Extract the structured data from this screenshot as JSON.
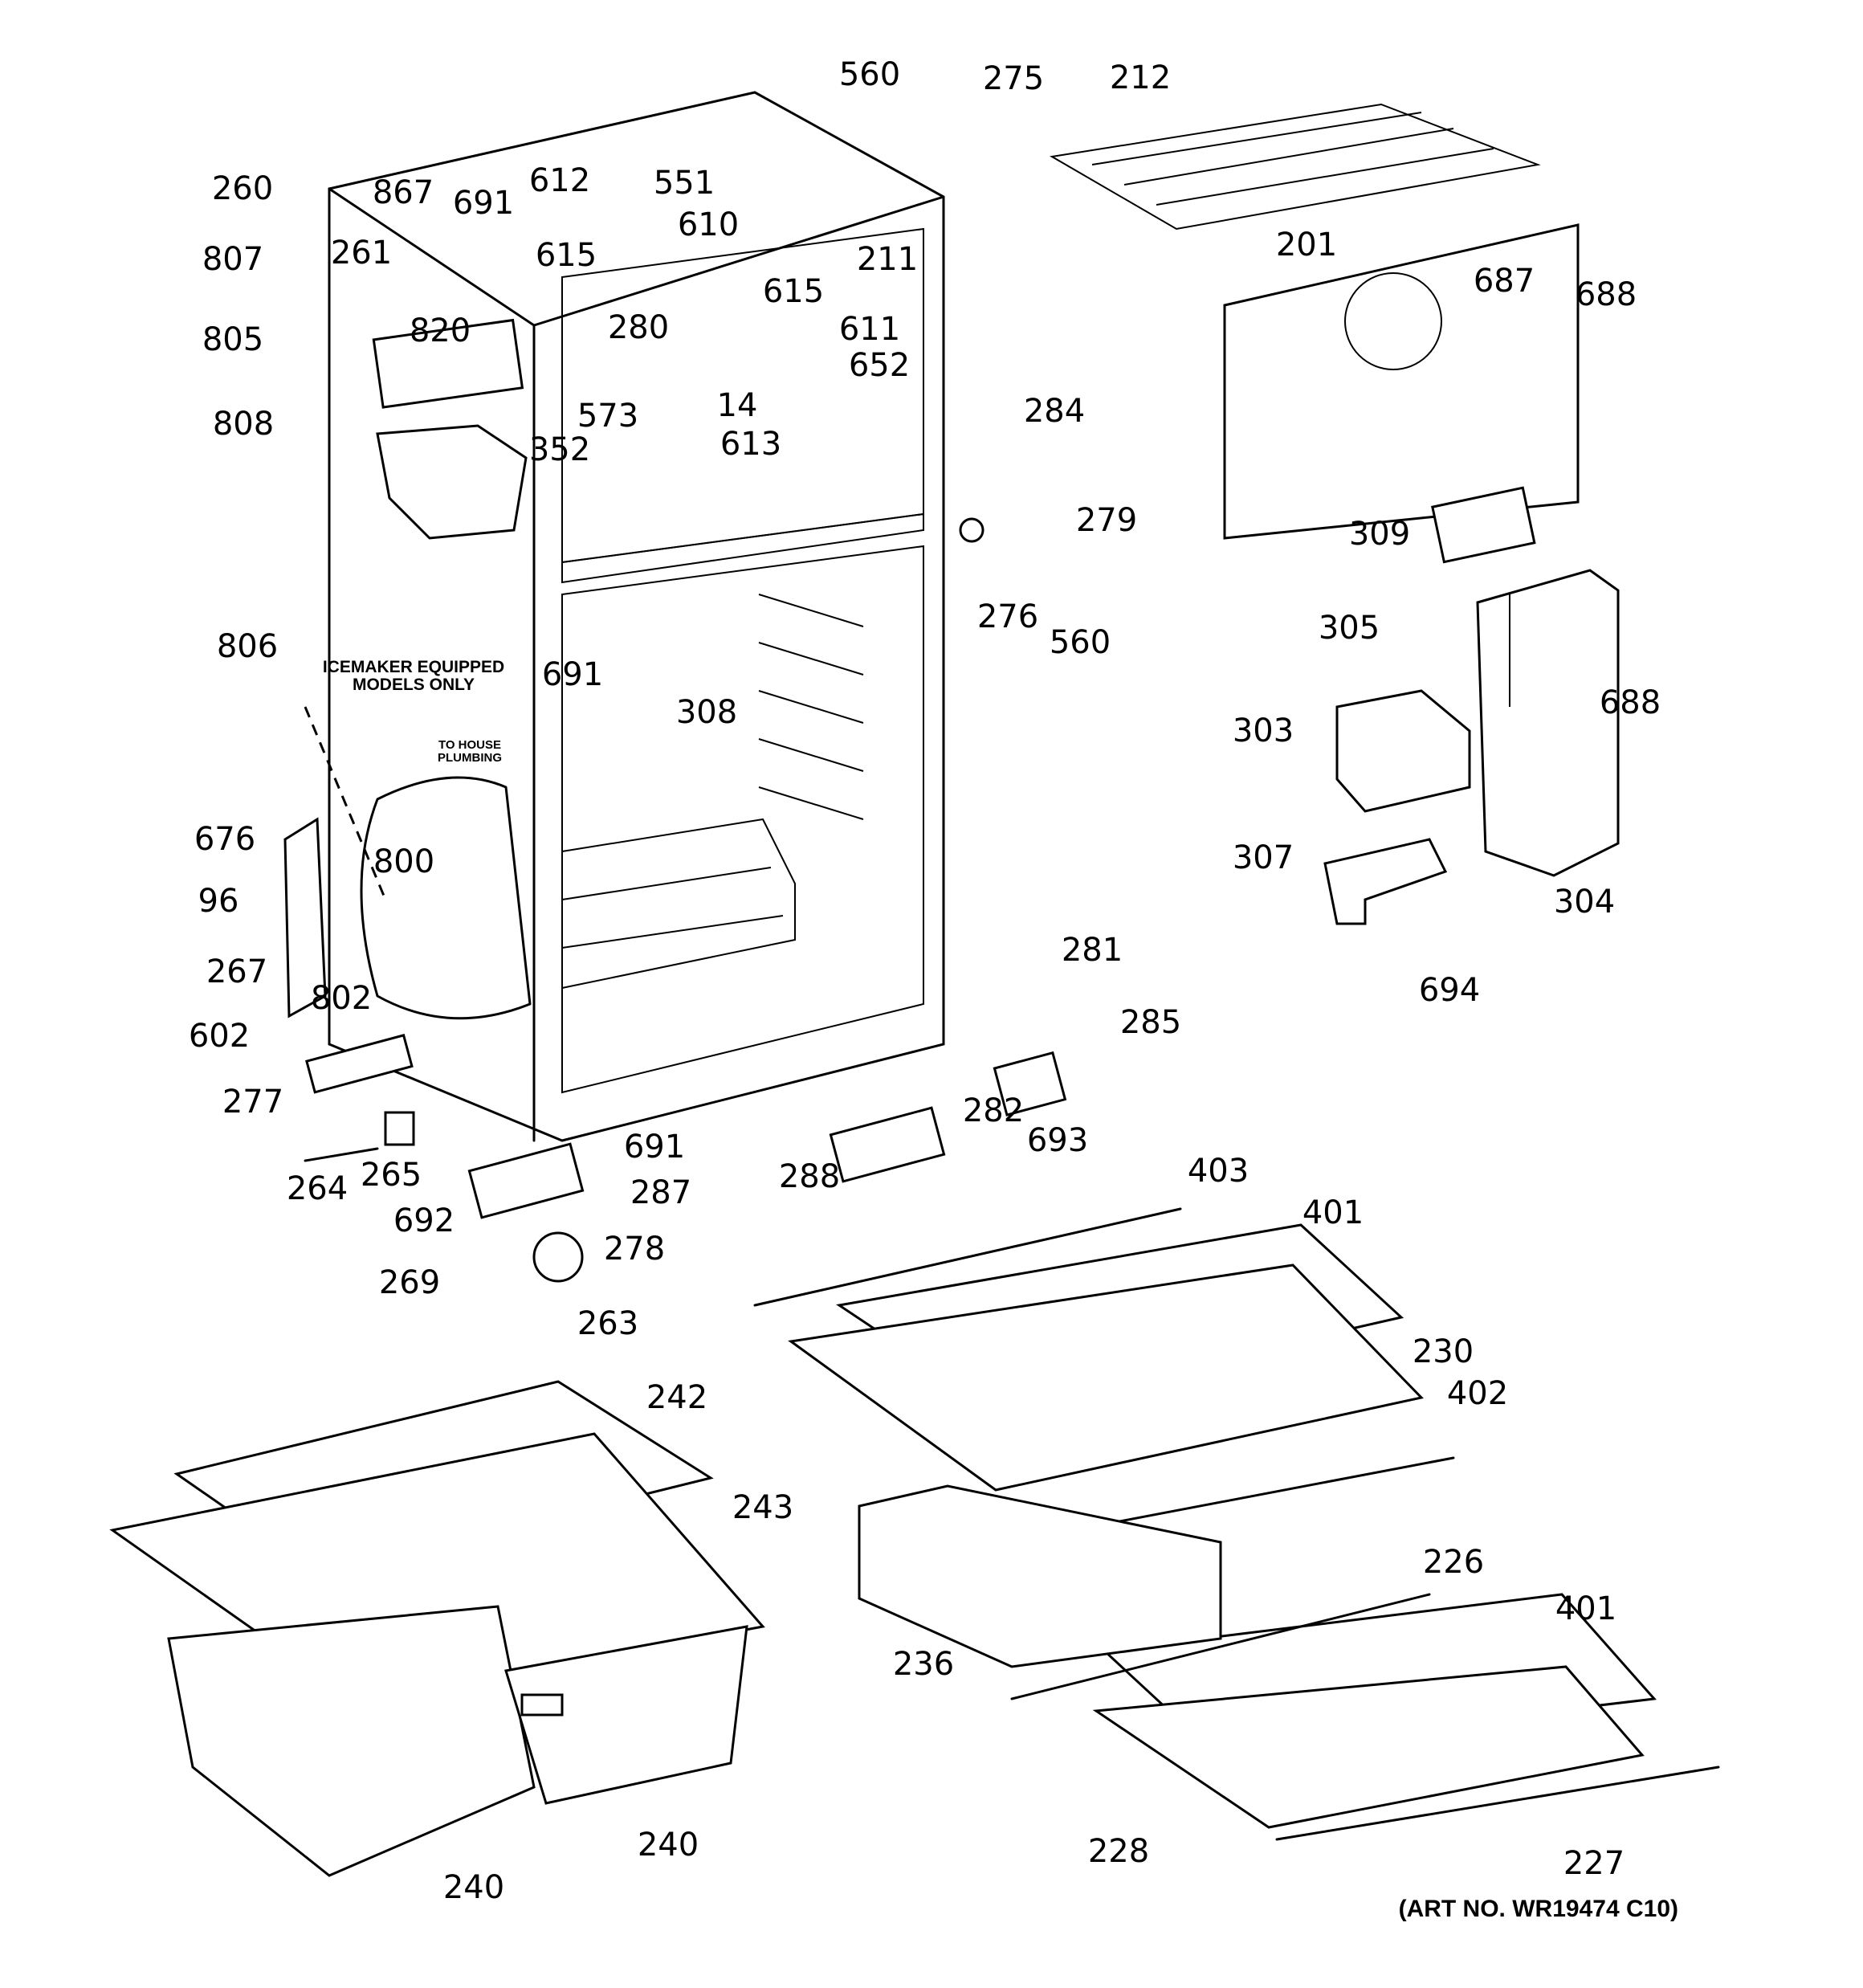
{
  "labels": {
    "l560a": "560",
    "l275": "275",
    "l212": "212",
    "l260": "260",
    "l867": "867",
    "l691a": "691",
    "l612": "612",
    "l551": "551",
    "l610": "610",
    "l615a": "615",
    "l807": "807",
    "l261": "261",
    "l615b": "615",
    "l211": "211",
    "l201": "201",
    "l687": "687",
    "l688a": "688",
    "l805": "805",
    "l820": "820",
    "l280": "280",
    "l611": "611",
    "l652": "652",
    "l573": "573",
    "l14": "14",
    "l613": "613",
    "l284": "284",
    "l808": "808",
    "l352": "352",
    "l279": "279",
    "l309": "309",
    "l276": "276",
    "l560b": "560",
    "l305": "305",
    "l806": "806",
    "l691b": "691",
    "l308": "308",
    "l688b": "688",
    "l303": "303",
    "l676": "676",
    "l800": "800",
    "l307": "307",
    "l96": "96",
    "l304": "304",
    "l267": "267",
    "l802": "802",
    "l281": "281",
    "l694": "694",
    "l285": "285",
    "l602": "602",
    "l277": "277",
    "l282": "282",
    "l693": "693",
    "l691c": "691",
    "l265": "265",
    "l264": "264",
    "l287": "287",
    "l288": "288",
    "l692": "692",
    "l403": "403",
    "l401a": "401",
    "l278": "278",
    "l269": "269",
    "l263": "263",
    "l230": "230",
    "l242": "242",
    "l402": "402",
    "l243": "243",
    "l226": "226",
    "l401b": "401",
    "l236": "236",
    "l228": "228",
    "l227": "227",
    "l240a": "240",
    "l240b": "240"
  },
  "notes": {
    "icemaker": "ICEMAKER EQUIPPED MODELS ONLY",
    "plumbing": "TO HOUSE PLUMBING"
  },
  "art_number": "(ART NO. WR19474 C10)"
}
